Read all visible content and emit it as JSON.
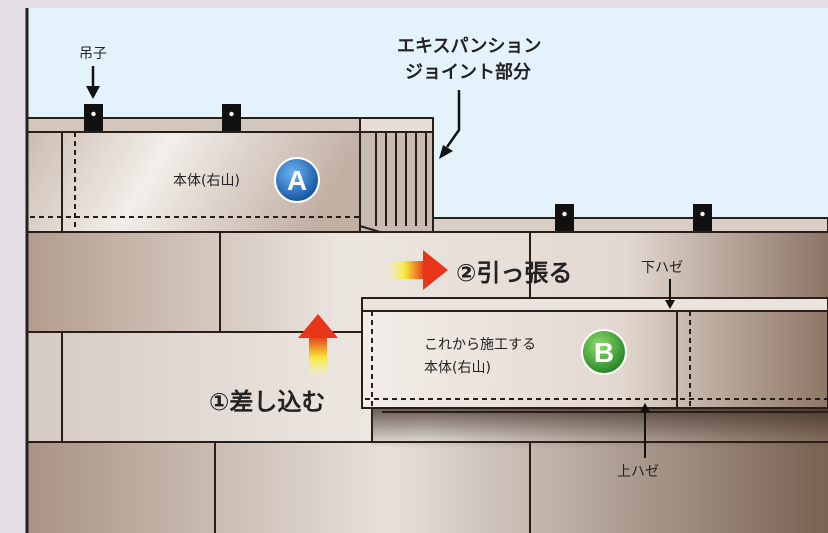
{
  "labels": {
    "hanger": "吊子",
    "expansion_line1": "エキスパンション",
    "expansion_line2": "ジョイント部分",
    "body_a": "本体(右山)",
    "badge_a": "A",
    "step_pull": "②引っ張る",
    "lower_seam": "下ハゼ",
    "body_b_line1": "これから施工する",
    "body_b_line2": "本体(右山)",
    "badge_b": "B",
    "step_insert": "①差し込む",
    "upper_seam": "上ハゼ"
  },
  "colors": {
    "sky": "#e3f2fb",
    "side_panel": "#e6e0e6",
    "wall_light": "#ece5e0",
    "wall_dark": "#7a6252",
    "badge_a": "#1f72c4",
    "badge_b": "#39a632",
    "arrow_hot": "#e8361b",
    "arrow_warm": "#f7e93b"
  }
}
